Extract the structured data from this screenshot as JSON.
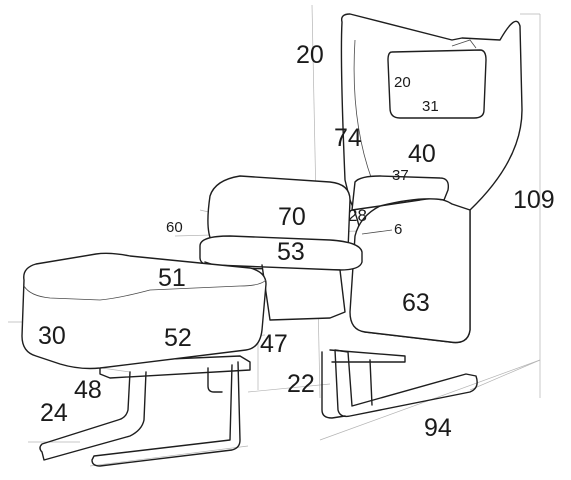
{
  "diagram": {
    "dimensions": [
      {
        "id": "headrest-top",
        "value": "20"
      },
      {
        "id": "pillow-height",
        "value": "20"
      },
      {
        "id": "pillow-width",
        "value": "31"
      },
      {
        "id": "back-height",
        "value": "74"
      },
      {
        "id": "back-width",
        "value": "40"
      },
      {
        "id": "inner-back-width",
        "value": "37"
      },
      {
        "id": "total-height",
        "value": "109"
      },
      {
        "id": "arm-length",
        "value": "70"
      },
      {
        "id": "arm-thickness",
        "value": "28"
      },
      {
        "id": "arm-width",
        "value": "6"
      },
      {
        "id": "arm-height-left",
        "value": "60"
      },
      {
        "id": "seat-depth",
        "value": "53"
      },
      {
        "id": "side-height",
        "value": "63"
      },
      {
        "id": "footstool-top",
        "value": "51"
      },
      {
        "id": "footstool-depth",
        "value": "30"
      },
      {
        "id": "footstool-width",
        "value": "52"
      },
      {
        "id": "footstool-base",
        "value": "48"
      },
      {
        "id": "footstool-height",
        "value": "24"
      },
      {
        "id": "seat-height",
        "value": "47"
      },
      {
        "id": "base-width",
        "value": "22"
      },
      {
        "id": "total-depth",
        "value": "94"
      }
    ]
  }
}
